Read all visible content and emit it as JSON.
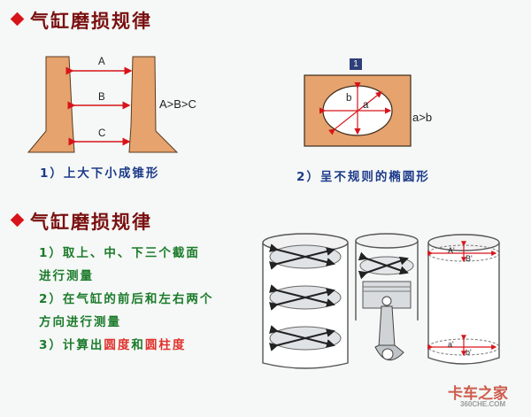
{
  "section1": {
    "heading": "气缸磨损规律"
  },
  "section2": {
    "heading": "气缸磨损规律"
  },
  "fig1": {
    "labels": [
      "A",
      "B",
      "C"
    ],
    "relation": "A>B>C",
    "caption": "1）上大下小成锥形"
  },
  "fig2": {
    "badge": "1",
    "label_a": "a",
    "label_b": "b",
    "relation": "a>b",
    "caption": "2）呈不规则的椭圆形"
  },
  "steps": {
    "step1_line1": "1）取上、中、下三个截面",
    "step1_line2": "进行测量",
    "step2_line1": "2）在气缸的前后和左右两个",
    "step2_line2": "方向进行测量",
    "step3_prefix": "3）计算出",
    "step3_hl1": "圆度",
    "step3_mid": "和",
    "step3_hl2": "圆柱度"
  },
  "fig5": {
    "label_top_a": "A'",
    "label_top_b": "B'",
    "label_bottom_a": "a'",
    "label_bottom_b": "b'"
  },
  "watermark": {
    "main": "卡车之家",
    "sub": "360CHE.COM"
  },
  "colors": {
    "heading": "#7a1010",
    "bullet": "#d8141a",
    "caption": "#1d3a8a",
    "steps": "#1b7a2a",
    "highlight": "#e0322d",
    "wall": "#e6a36d"
  }
}
